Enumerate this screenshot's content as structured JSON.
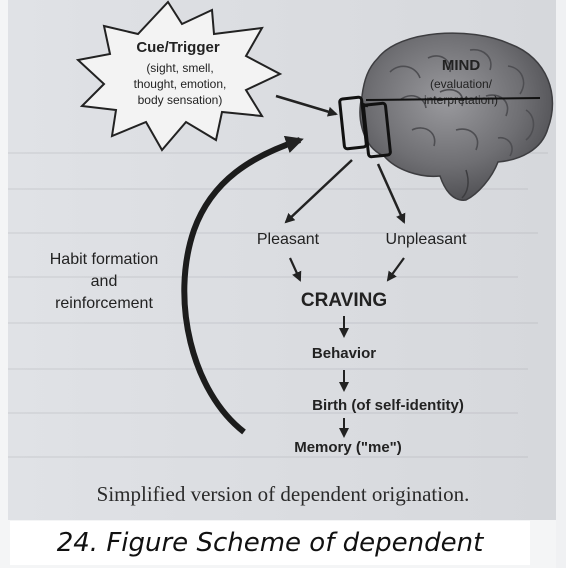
{
  "cue_box": {
    "title": "Cue/Trigger",
    "lines": [
      "(sight, smell,",
      "thought, emotion,",
      "body sensation)"
    ]
  },
  "mind": {
    "title": "MIND",
    "lines": [
      "(evaluation/",
      "interpretation)"
    ]
  },
  "branches": {
    "pleasant": "Pleasant",
    "unpleasant": "Unpleasant"
  },
  "chain": {
    "craving": "CRAVING",
    "behavior": "Behavior",
    "birth": "Birth (of self-identity)",
    "memory": "Memory (\"me\")"
  },
  "feedback_label": [
    "Habit formation",
    "and",
    "reinforcement"
  ],
  "caption": "Simplified version of dependent origination.",
  "figure_label": "24. Figure Scheme of dependent",
  "colors": {
    "background": "#dcdee2",
    "ink": "#222222",
    "brain": "#6f6f73"
  }
}
